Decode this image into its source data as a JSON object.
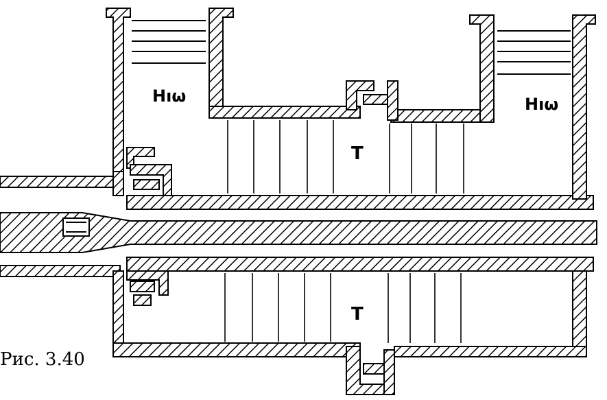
{
  "figure": {
    "caption": "Рис. 3.40",
    "labels": {
      "h_left": "Hıω",
      "h_right": "Hıω",
      "t_top": "T",
      "t_bottom": "T"
    }
  },
  "colors": {
    "ink": "#000000",
    "paper": "#ffffff"
  }
}
